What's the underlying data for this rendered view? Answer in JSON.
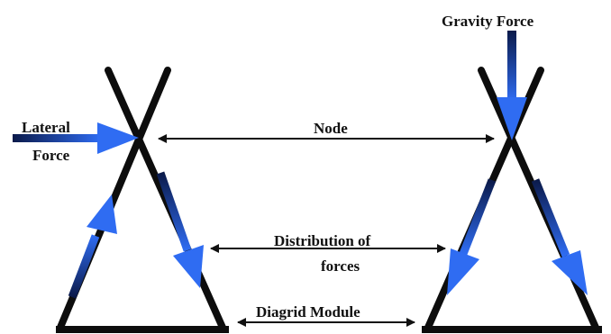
{
  "labels": {
    "gravity_force": "Gravity Force",
    "lateral_force_line1": "Lateral",
    "lateral_force_line2": "Force",
    "node": "Node",
    "distribution_line1": "Distribution of",
    "distribution_line2": "forces",
    "diagrid_module": "Diagrid Module"
  },
  "colors": {
    "structure": "#0d0d0d",
    "force_arrow_dark": "#0b1a4a",
    "force_arrow_bright": "#2f6cf2",
    "dimension_line": "#111111",
    "background": "#ffffff"
  }
}
